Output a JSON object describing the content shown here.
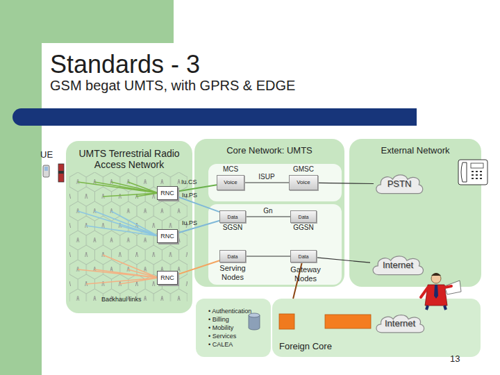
{
  "diagram": {
    "title": "Standards - 3",
    "nodes": [
      {
        "text": [
          "UMTS Terrestrial Radio Access Network"
        ]
      },
      {
        "text": [
          "RNC"
        ],
        "in": 0
      },
      {
        "text": [
          "RNC"
        ],
        "in": 0
      },
      {
        "text": [
          "RNC"
        ],
        "in": 0
      },
      {
        "text": [
          "Core Network: UMTS"
        ]
      },
      {
        "text": [
          "MCS",
          "Voice"
        ],
        "in": 4
      },
      {
        "text": [
          "GMSC",
          "Voice"
        ],
        "in": 4
      },
      {
        "text": [
          "Data"
        ],
        "in": 4
      },
      {
        "text": [
          "Data"
        ],
        "in": 4
      },
      {
        "text": [
          "Data"
        ],
        "in": 4
      },
      {
        "text": [
          "Data"
        ],
        "in": 4
      },
      {
        "text": [
          "External Network"
        ]
      },
      {
        "text": [
          "PSTN"
        ],
        "in": 11
      },
      {
        "text": [
          "Internet"
        ],
        "in": 11
      },
      {
        "text": [
          "• Authentication",
          "• Billing",
          "• Mobility",
          "• Services",
          "• CALEA"
        ]
      },
      {
        "text": [
          "Foreign Core"
        ]
      },
      {
        "text": [
          "Internet"
        ],
        "in": 15
      }
    ],
    "edges": [
      {
        "from": 1,
        "to": 5,
        "arrow": "none"
      },
      {
        "from": 1,
        "to": 7,
        "arrow": "none"
      },
      {
        "from": 2,
        "to": 7,
        "arrow": "none"
      },
      {
        "from": 3,
        "to": 9,
        "arrow": "none"
      },
      {
        "from": 5,
        "to": 6,
        "label": "ISUP",
        "arrow": "none"
      },
      {
        "from": 6,
        "to": 12,
        "arrow": "none"
      },
      {
        "from": 7,
        "to": 8,
        "label": "Gn",
        "arrow": "none"
      },
      {
        "from": 9,
        "to": 10,
        "arrow": "none"
      },
      {
        "from": 10,
        "to": 13,
        "arrow": "none"
      },
      {
        "from": 10,
        "to": 15,
        "arrow": "none"
      }
    ],
    "labels": [
      "GSM begat UMTS, with GPRS & EDGE",
      "UE",
      "Iu.CS",
      "Iu.PS",
      "Iu.PS",
      "SGSN",
      "GGSN",
      "Serving Nodes",
      "Gateway Nodes",
      "Backhaul links",
      "13"
    ]
  }
}
